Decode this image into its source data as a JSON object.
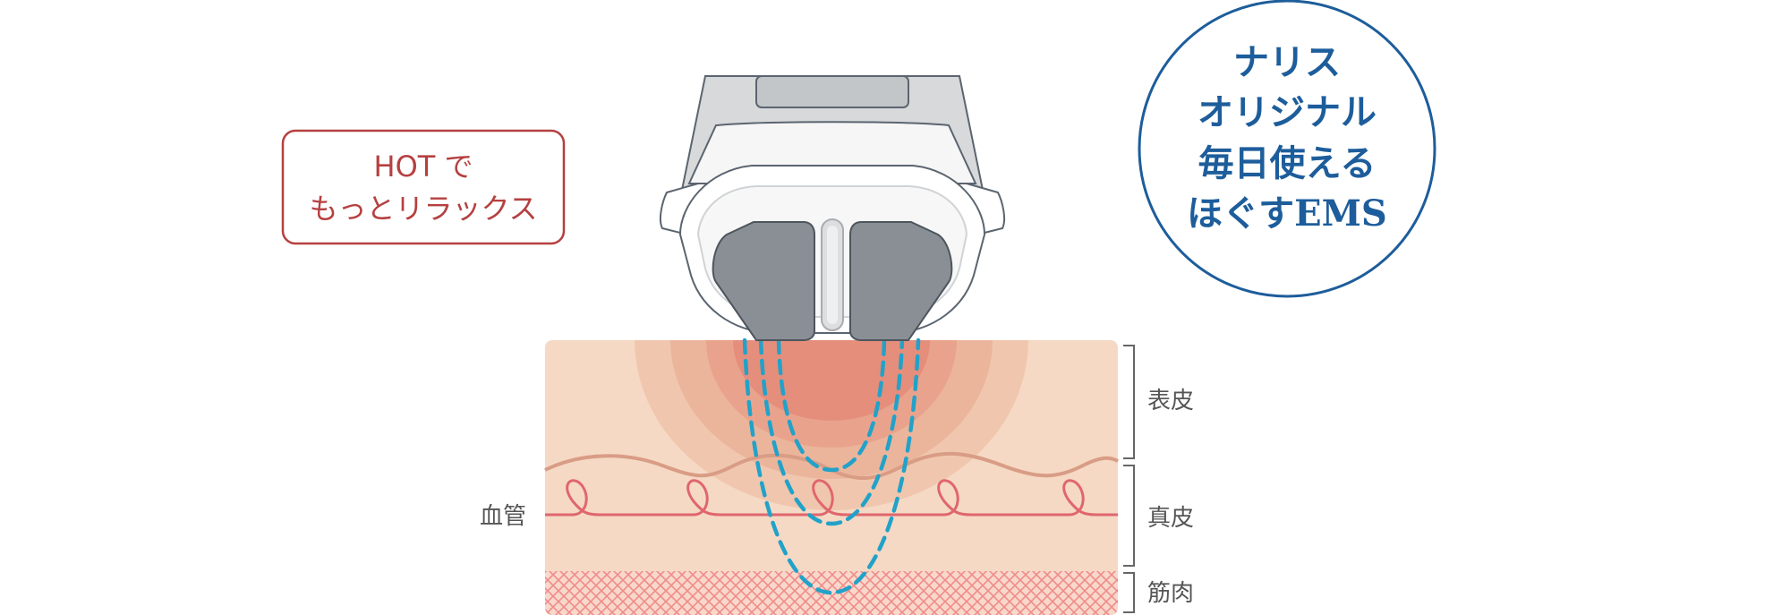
{
  "hot_badge": {
    "line1": "HOT で",
    "line2": "もっとリラックス"
  },
  "feature_badge": {
    "line1": "ナリス",
    "line2": "オリジナル",
    "line3": "毎日使える",
    "line4": "ほぐすEMS"
  },
  "layers": {
    "epidermis": "表皮",
    "dermis": "真皮",
    "muscle": "筋肉"
  },
  "vessel_label": "血管",
  "colors": {
    "hot_badge_red": "#b54040",
    "feature_blue": "#1d5d9b",
    "ems_wave_blue": "#22a2c9",
    "skin_base": "#f5d9c4",
    "vessel_red": "#e0666e",
    "muscle_pattern": "#f08c8a",
    "device_gray": "#8a8f96",
    "label_gray": "#555555"
  },
  "icons": {
    "device": "ems-device-head-icon"
  }
}
